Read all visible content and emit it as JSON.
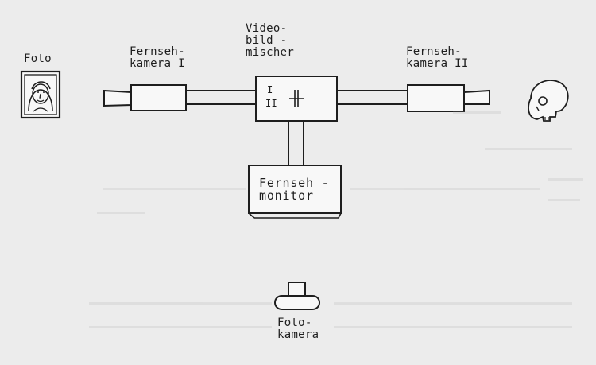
{
  "labels": {
    "foto": "Foto",
    "camera1": "Fernseh-\nkamera I",
    "mixer": "Video-\nbild -\nmischer",
    "camera2": "Fernseh-\nkamera II",
    "monitor": "Fernseh -\nmonitor",
    "fotocam": "Foto-\nkamera",
    "mixer_input1": "I",
    "mixer_input2": "II"
  },
  "colors": {
    "background": "#ececec",
    "ink": "#1e1e1e",
    "fill": "#f6f6f6"
  }
}
